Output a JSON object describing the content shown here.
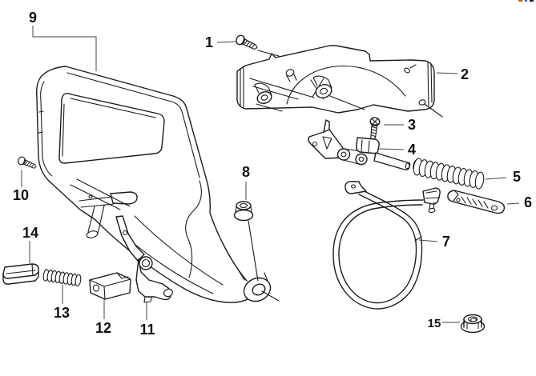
{
  "diagram": {
    "kind": "exploded-parts-diagram",
    "subject": "chainsaw hand-guard and chain-brake assembly",
    "colors": {
      "background": "#ffffff",
      "line": "#1c1c1c",
      "label": "#111111"
    },
    "labels": [
      {
        "num": "1",
        "part": "pan-head-screw"
      },
      {
        "num": "2",
        "part": "cover-plate"
      },
      {
        "num": "3",
        "part": "screw"
      },
      {
        "num": "4",
        "part": "pivot-lever-assembly"
      },
      {
        "num": "5",
        "part": "large-coil-spring"
      },
      {
        "num": "6",
        "part": "spring-sleeve"
      },
      {
        "num": "7",
        "part": "brake-band"
      },
      {
        "num": "8",
        "part": "bushing-grommet"
      },
      {
        "num": "9",
        "part": "hand-guard-handle"
      },
      {
        "num": "10",
        "part": "screw"
      },
      {
        "num": "11",
        "part": "brake-lever"
      },
      {
        "num": "12",
        "part": "slide-block"
      },
      {
        "num": "13",
        "part": "small-coil-spring"
      },
      {
        "num": "14",
        "part": "latch-plate"
      },
      {
        "num": "15",
        "part": "flange-nut"
      }
    ]
  },
  "screen_artifacts": {
    "top_edge_fragments": [
      {
        "color": "#b4641e"
      },
      {
        "color": "#3c64aa"
      },
      {
        "color": "#141432"
      }
    ]
  }
}
